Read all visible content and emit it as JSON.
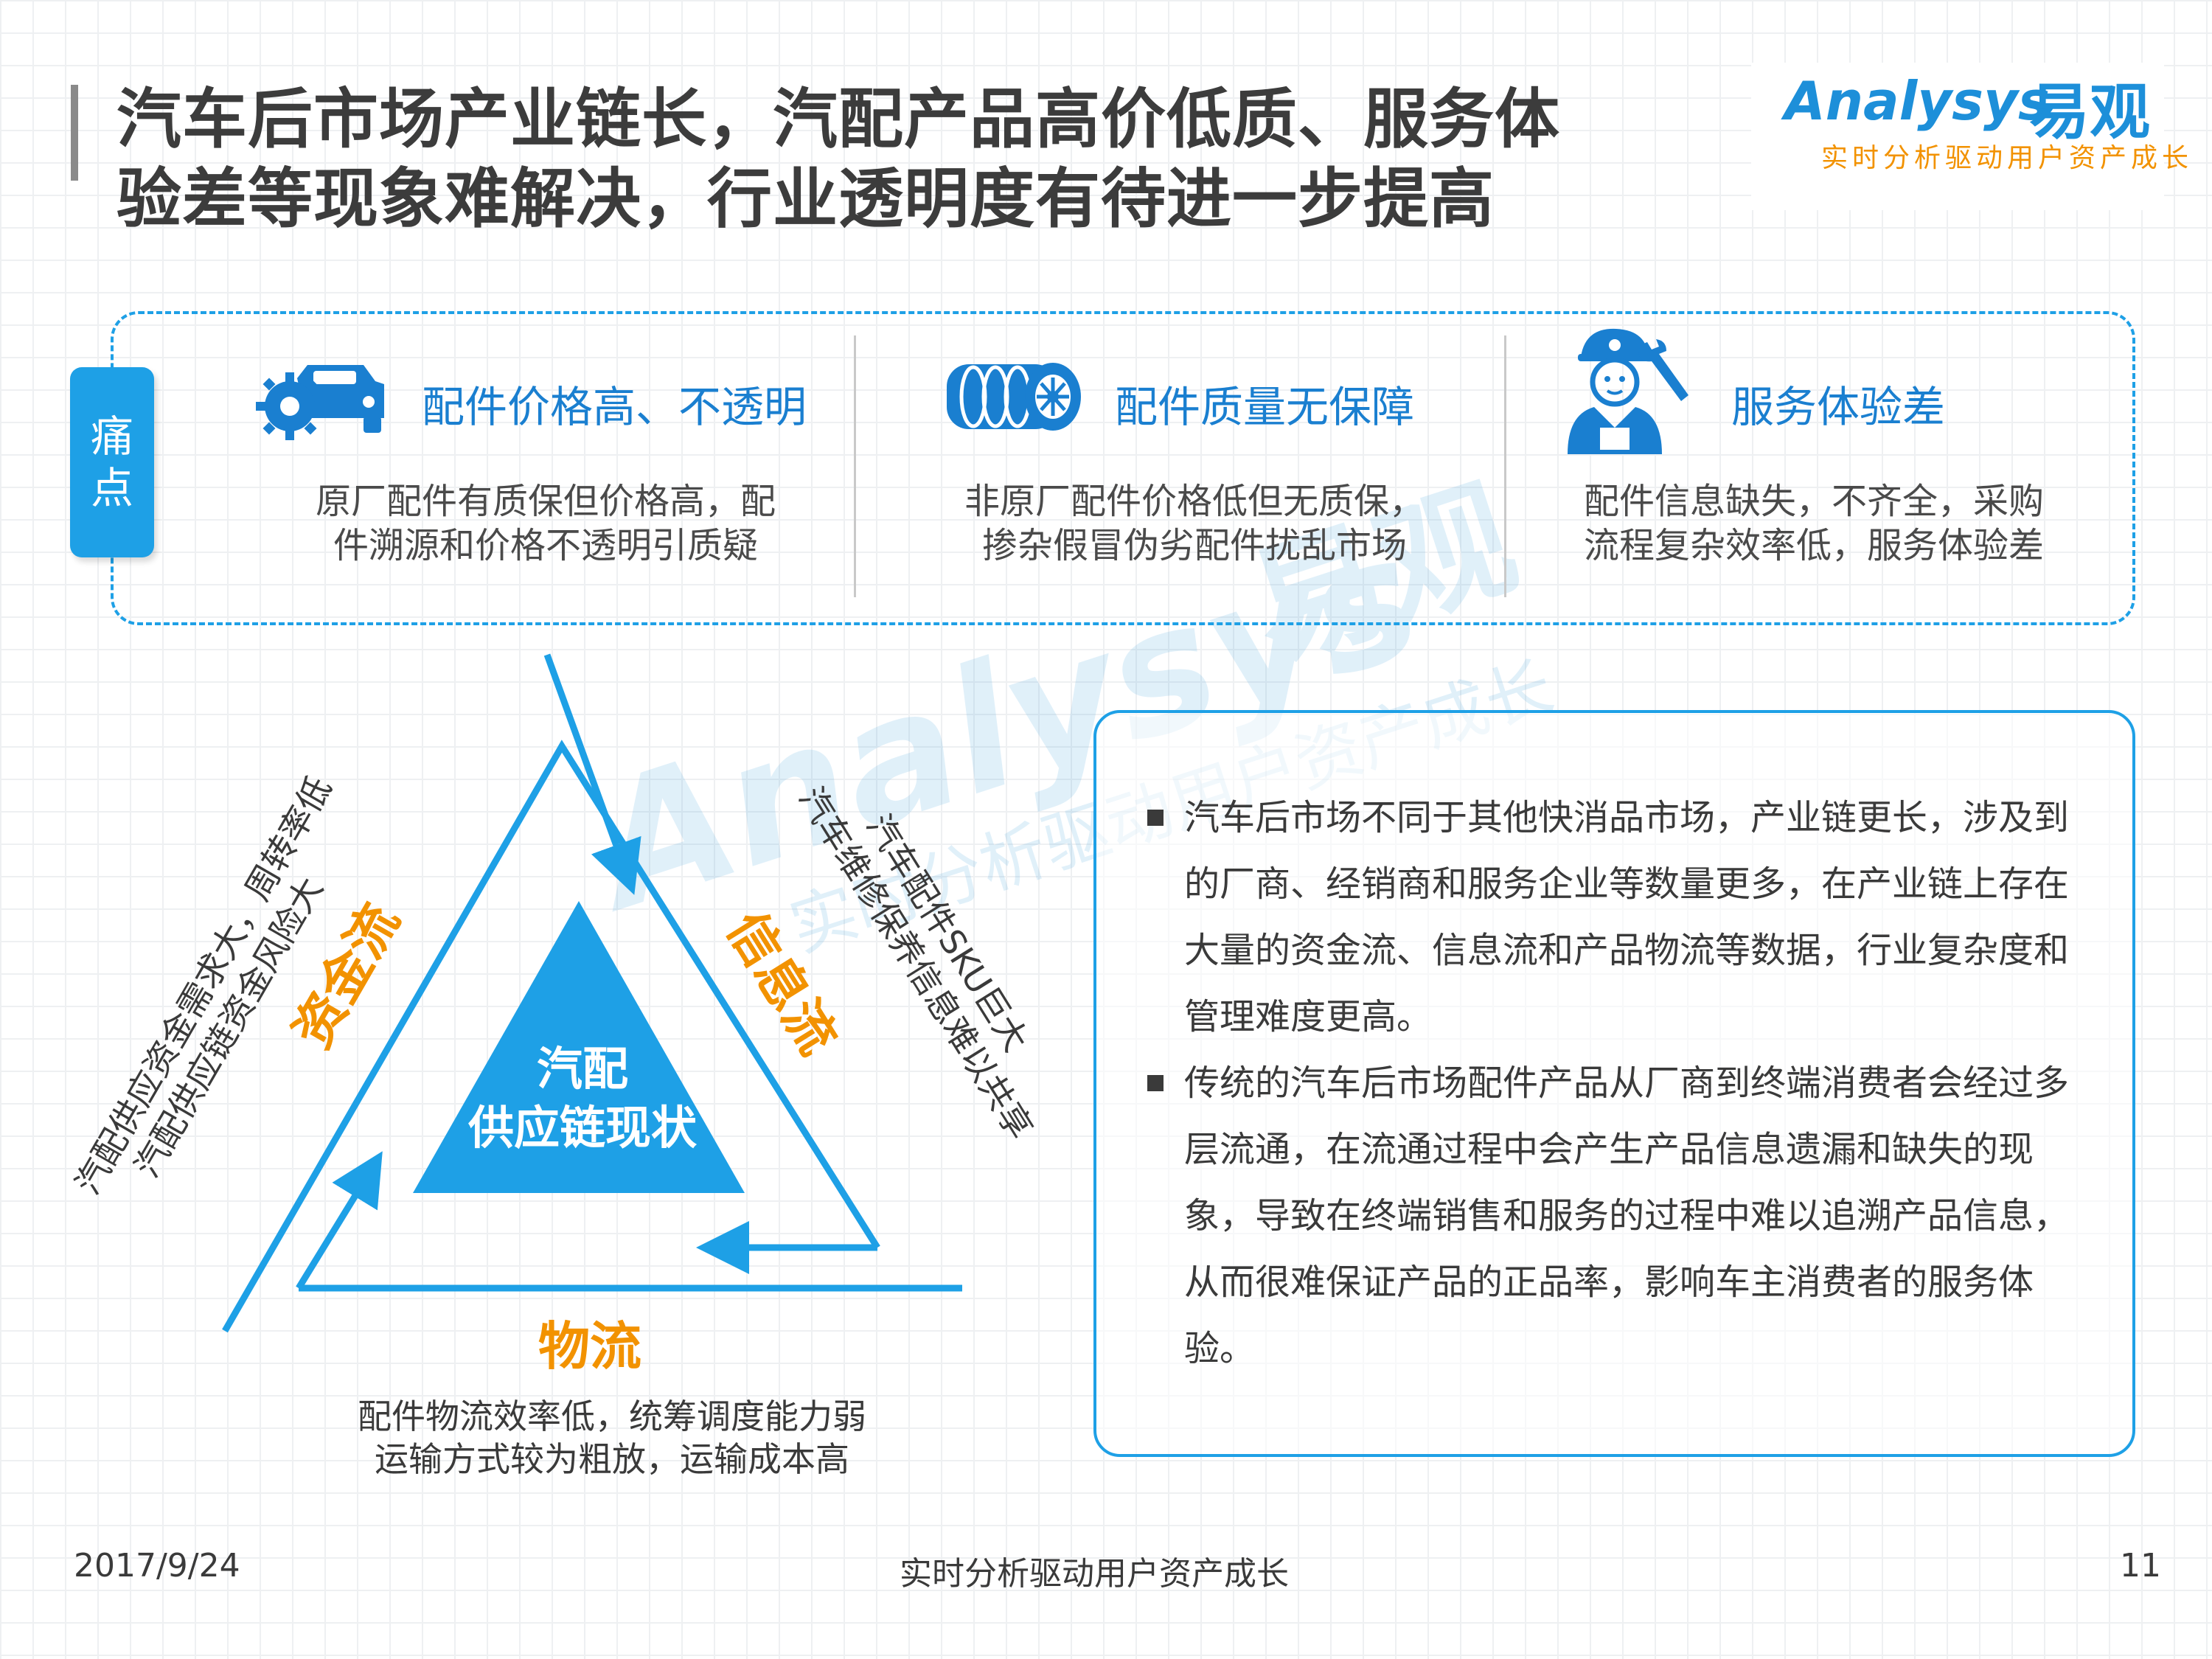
{
  "header": {
    "title_line1": "汽车后市场产业链长，汽配产品高价低质、服务体",
    "title_line2": "验差等现象难解决，行业透明度有待进一步提高",
    "logo_text": "Analysys",
    "logo_cn": "易观",
    "logo_tagline": "实时分析驱动用户资产成长"
  },
  "pain_points": {
    "tag": [
      "痛",
      "点"
    ],
    "items": [
      {
        "icon": "car-gear-icon",
        "title": "配件价格高、不透明",
        "desc": [
          "原厂配件有质保但价格高，配",
          "件溯源和价格不透明引质疑"
        ]
      },
      {
        "icon": "tires-icon",
        "title": "配件质量无保障",
        "desc": [
          "非原厂配件价格低但无质保，",
          "掺杂假冒伪劣配件扰乱市场"
        ]
      },
      {
        "icon": "mechanic-icon",
        "title": "服务体验差",
        "desc": [
          "配件信息缺失，不齐全，采购",
          "流程复杂效率低，服务体验差"
        ]
      }
    ]
  },
  "supply_chain": {
    "center": [
      "汽配",
      "供应链现状"
    ],
    "capital": {
      "title": "资金流",
      "desc": [
        "汽配供应资金需求大，周转率低",
        "汽配供应链资金风险大"
      ]
    },
    "info": {
      "title": "信息流",
      "desc": [
        "汽车配件SKU巨大",
        "汽车维修保养信息难以共享"
      ]
    },
    "logistics": {
      "title": "物流",
      "desc": [
        "配件物流效率低，统筹调度能力弱",
        "运输方式较为粗放，运输成本高"
      ]
    }
  },
  "analysis": {
    "bullets": [
      "汽车后市场不同于其他快消品市场，产业链更长，涉及到的厂商、经销商和服务企业等数量更多，在产业链上存在大量的资金流、信息流和产品物流等数据，行业复杂度和管理难度更高。",
      "传统的汽车后市场配件产品从厂商到终端消费者会经过多层流通，在流通过程中会产生产品信息遗漏和缺失的现象，导致在终端销售和服务的过程中难以追溯产品信息，从而很难保证产品的正品率，影响车主消费者的服务体验。"
    ]
  },
  "footer": {
    "date": "2017/9/24",
    "slogan": "实时分析驱动用户资产成长",
    "page": "11"
  },
  "colors": {
    "accent": "#1ea0e6",
    "orange": "#f29200",
    "text": "#3a3a3a"
  }
}
